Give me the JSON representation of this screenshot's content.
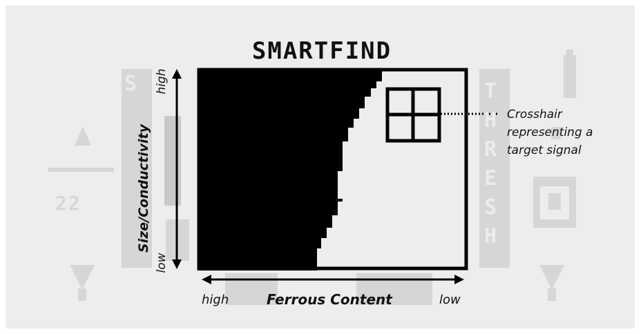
{
  "screen": {
    "title": "SMARTFIND",
    "background_color": "#ededed",
    "ghost_color": "#d6d6d6",
    "left_panel": {
      "sensitivity_value": "22",
      "ghost_letters": "S"
    },
    "right_panel": {
      "ghost_word": "THRESH"
    }
  },
  "plot": {
    "x_axis_title": "Ferrous Content",
    "x_high_label": "high",
    "x_low_label": "low",
    "y_axis_title": "Size/Conductivity",
    "y_high_label": "high",
    "y_low_label": "low"
  },
  "callout": {
    "lines": [
      "Crosshair",
      "representing a",
      "target signal"
    ]
  }
}
